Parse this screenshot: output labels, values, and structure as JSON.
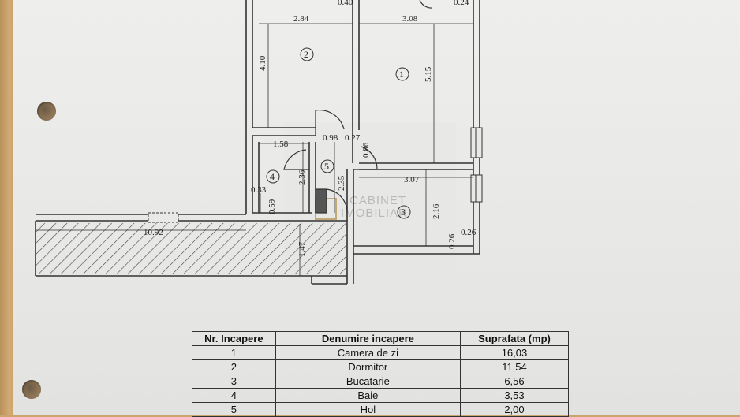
{
  "plan": {
    "dimensions": [
      "0.40",
      "0.24",
      "2.84",
      "3.08",
      "4.10",
      "5.15",
      "1.58",
      "0.98",
      "0.27",
      "0.86",
      "2.36",
      "2.35",
      "3.07",
      "0.33",
      "0.59",
      "2.16",
      "10.92",
      "1.47",
      "0.26",
      "0.26"
    ],
    "room_labels": [
      "2",
      "1",
      "4",
      "5",
      "3"
    ],
    "watermark": [
      "CABINET",
      "IMOBILIAR"
    ]
  },
  "table": {
    "headers": [
      "Nr. Incapere",
      "Denumire incapere",
      "Suprafata (mp)"
    ],
    "rows": [
      [
        "1",
        "Camera de zi",
        "16,03"
      ],
      [
        "2",
        "Dormitor",
        "11,54"
      ],
      [
        "3",
        "Bucatarie",
        "6,56"
      ],
      [
        "4",
        "Baie",
        "3,53"
      ],
      [
        "5",
        "Hol",
        "2,00"
      ]
    ]
  }
}
